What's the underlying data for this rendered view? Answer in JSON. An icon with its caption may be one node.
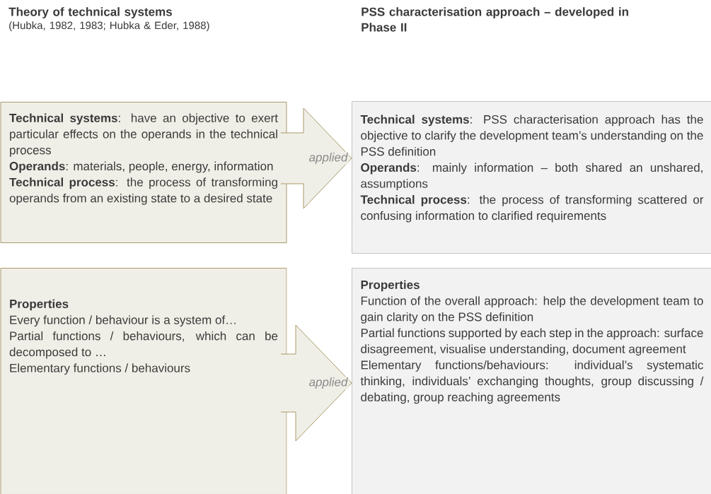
{
  "diagram": {
    "nodes": [
      {
        "text": [
          "**Technical systems**: have an objective to exert particular effects on the operands in the technical process",
          "**Operands**: materials, people, energy, information",
          "**Technical process**: the process of transforming operands from an existing state to a desired state"
        ]
      },
      {
        "text": [
          "**Technical systems**: PSS characterisation approach has the objective to clarify the development team’s understanding on the PSS definition",
          "**Operands**: mainly information – both shared an unshared, assumptions",
          "**Technical process**: the process of transforming scattered or confusing information to clarified requirements"
        ]
      },
      {
        "text": [
          "Properties",
          "Every function / behaviour is a system of…",
          "Partial functions / behaviours, which can be decomposed to …",
          "Elementary functions / behaviours"
        ]
      },
      {
        "text": [
          "Properties",
          "Function of the overall approach: help the development team to gain clarity on the PSS definition",
          "Partial functions supported by each step in the approach: surface disagreement, visualise understanding, document agreement",
          "Elementary functions/behaviours: individual’s systematic thinking, individuals’ exchanging thoughts, group discussing / debating, group reaching agreements"
        ]
      }
    ],
    "edges": [
      {
        "from": 0,
        "to": 1,
        "arrow": "to",
        "label": "applied"
      },
      {
        "from": 2,
        "to": 3,
        "arrow": "to",
        "label": "applied"
      }
    ],
    "labels": [
      "Theory of technical systems",
      "(Hubka, 1982, 1983; Hubka & Eder, 1988)",
      "PSS characterisation approach – developed in Phase II"
    ]
  }
}
